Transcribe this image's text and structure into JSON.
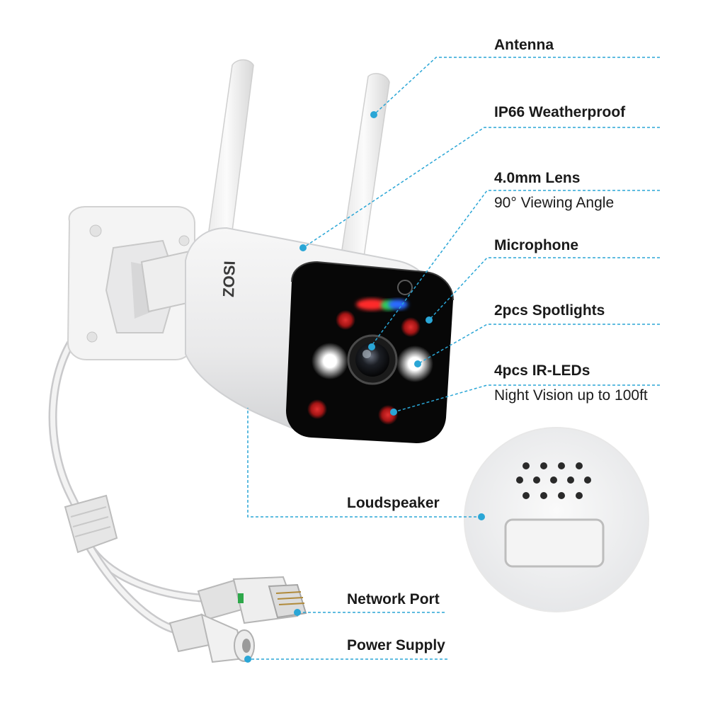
{
  "brand": "ZOSI",
  "colors": {
    "leader": "#2aa6d6",
    "ir_led": "#c21a1a",
    "status_red": "#ff2a2a",
    "status_blue": "#2a6bff",
    "status_green": "#2ad158",
    "faceplate": "#0b0b0b"
  },
  "callouts": {
    "antenna": {
      "title": "Antenna"
    },
    "ip66": {
      "title": "IP66 Weatherproof"
    },
    "lens": {
      "title": "4.0mm Lens",
      "subtitle": "90° Viewing Angle"
    },
    "microphone": {
      "title": "Microphone"
    },
    "spotlights": {
      "title": "2pcs Spotlights"
    },
    "ir_leds": {
      "title": "4pcs IR-LEDs",
      "subtitle": "Night Vision up to 100ft"
    },
    "loudspeaker": {
      "title": "Loudspeaker"
    },
    "network_port": {
      "title": "Network Port"
    },
    "power_supply": {
      "title": "Power Supply"
    }
  },
  "icons": [
    "antenna-icon",
    "lens-icon",
    "spotlight-icon",
    "ir-led-icon",
    "speaker-grille-icon",
    "rj45-port-icon",
    "dc-jack-icon"
  ]
}
